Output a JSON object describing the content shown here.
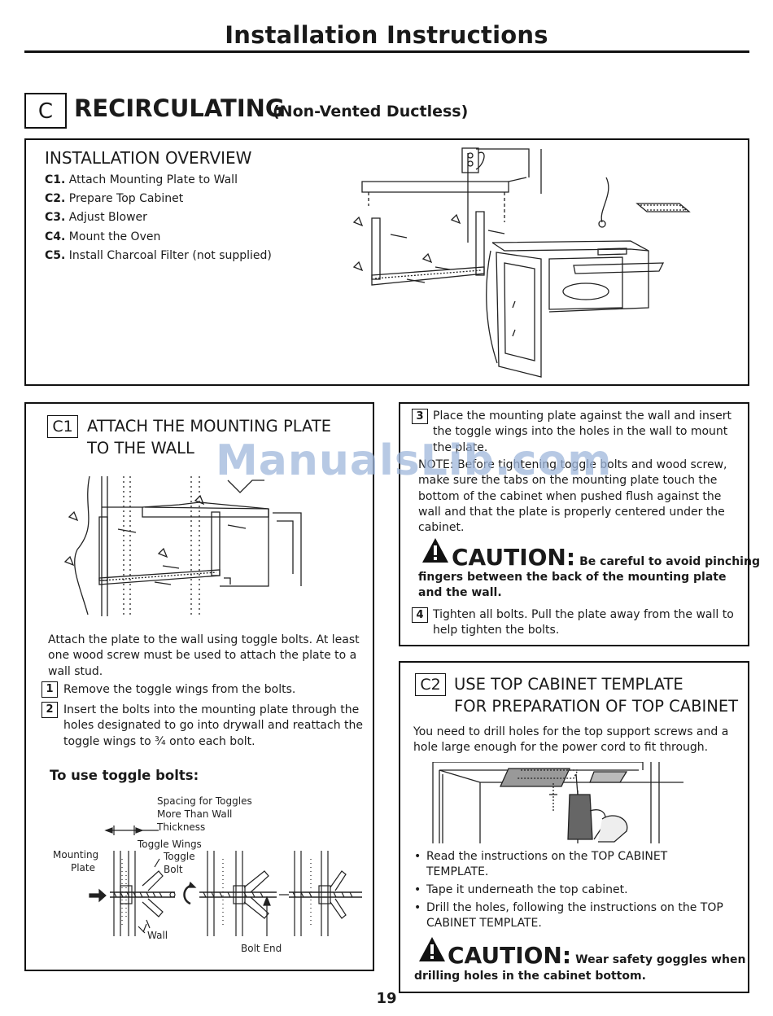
{
  "header": {
    "title": "Installation Instructions"
  },
  "section": {
    "letter": "C",
    "title": "RECIRCULATING",
    "subtitle": "(Non-Vented Ductless)"
  },
  "overview": {
    "title": "INSTALLATION OVERVIEW",
    "items": [
      {
        "num": "C1.",
        "text": "Attach Mounting Plate to Wall"
      },
      {
        "num": "C2.",
        "text": "Prepare Top Cabinet"
      },
      {
        "num": "C3.",
        "text": "Adjust Blower"
      },
      {
        "num": "C4.",
        "text": "Mount the Oven"
      },
      {
        "num": "C5.",
        "text": "Install Charcoal Filter (not supplied)"
      }
    ]
  },
  "c1": {
    "tag": "C1",
    "title_line1": "ATTACH THE MOUNTING PLATE",
    "title_line2": "TO THE WALL",
    "intro": "Attach the plate to the wall using toggle bolts. At least one wood screw must be used to attach the plate to a wall stud.",
    "steps": [
      {
        "num": "1",
        "text": "Remove the toggle wings from the bolts."
      },
      {
        "num": "2",
        "text": "Insert the bolts into the mounting plate through the holes designated to go into drywall and reattach the toggle wings to ¾  onto each bolt."
      }
    ],
    "toggle_heading": "To use toggle bolts:",
    "labels": {
      "spacing": [
        "Spacing for Toggles",
        "More Than Wall",
        "Thickness"
      ],
      "toggle_wings": "Toggle Wings",
      "mounting": [
        "Mounting",
        "Plate"
      ],
      "toggle_bolt": [
        "Toggle",
        "Bolt"
      ],
      "wall": "Wall",
      "bolt_end": "Bolt End"
    }
  },
  "right_top": {
    "step3": {
      "num": "3",
      "text": "Place the mounting plate against the wall and insert the toggle wings into the holes in the wall to mount the plate."
    },
    "note": "NOTE: Before tightening toggle bolts and wood screw, make sure the tabs on the mounting plate touch the bottom of the cabinet when pushed flush against the wall and that the plate is properly centered under the cabinet.",
    "caution_word": "CAUTION:",
    "caution_text_a": "Be careful to avoid pinching",
    "caution_text_b": "fingers between the back of the mounting plate and the wall.",
    "step4": {
      "num": "4",
      "text": "Tighten all bolts. Pull the plate away from the wall to help tighten the bolts."
    }
  },
  "c2": {
    "tag": "C2",
    "title_line1": "USE TOP CABINET TEMPLATE",
    "title_line2": "FOR PREPARATION OF TOP CABINET",
    "intro": "You need to drill holes for the top support screws and a hole large enough for the power cord to fit through.",
    "bullets": [
      "Read the instructions on the TOP CABINET TEMPLATE.",
      "Tape it underneath the top cabinet.",
      "Drill the holes, following the instructions on the TOP CABINET TEMPLATE."
    ],
    "caution_word": "CAUTION:",
    "caution_text_a": "Wear safety goggles when",
    "caution_text_b": "drilling holes in the cabinet bottom."
  },
  "watermark": "ManualsLib.com",
  "page_number": "19",
  "icons": {
    "warning": "warning-triangle-icon"
  }
}
